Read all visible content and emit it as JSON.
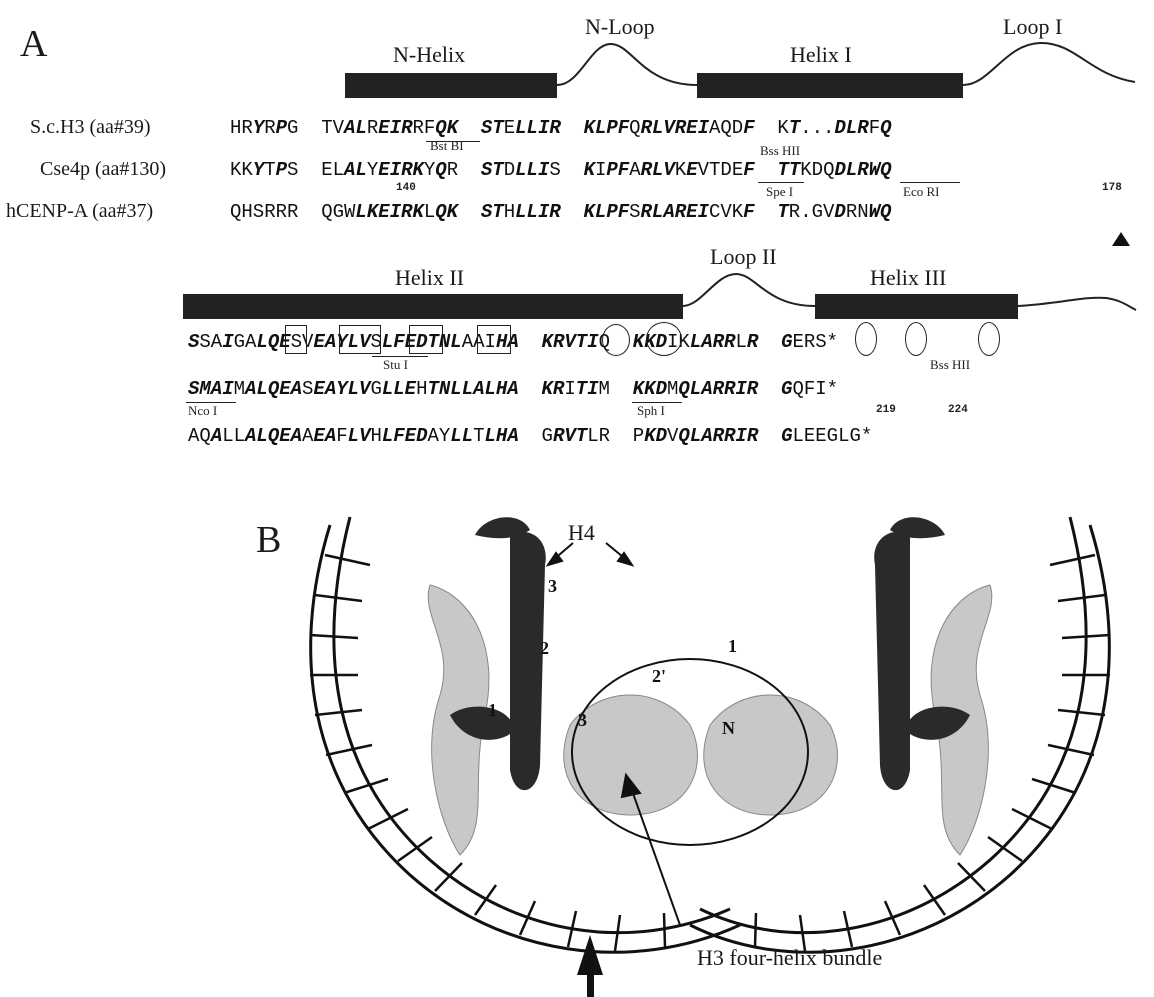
{
  "panel_a": {
    "label": "A",
    "structure_top": {
      "n_helix": "N-Helix",
      "n_loop": "N-Loop",
      "helix_i": "Helix I",
      "loop_i": "Loop I"
    },
    "rows": {
      "r1": "S.c.H3 (aa#39)",
      "r2": "Cse4p (aa#130)",
      "r3": "hCENP-A (aa#37)"
    },
    "structure_bottom": {
      "helix_ii": "Helix II",
      "loop_ii": "Loop II",
      "helix_iii": "Helix III"
    },
    "restriction_sites": {
      "bst_bi": "Bst BI",
      "bss_hii_1": "Bss HII",
      "spe_i": "Spe I",
      "eco_ri": "Eco RI",
      "stu_i": "Stu I",
      "bss_hii_2": "Bss HII",
      "nco_i": "Nco I",
      "sph_i": "Sph I"
    },
    "numbers": {
      "n140": "140",
      "n178": "178",
      "n219": "219",
      "n224": "224"
    },
    "sequences": {
      "top": [
        [
          {
            "t": "HR"
          },
          {
            "t": "Y",
            "b": true
          },
          {
            "t": "R"
          },
          {
            "t": "P",
            "b": true
          },
          {
            "t": "G  TV"
          },
          {
            "t": "AL",
            "b": true
          },
          {
            "t": "R"
          },
          {
            "t": "EIR",
            "b": true
          },
          {
            "t": "RF"
          },
          {
            "t": "QK",
            "b": true
          },
          {
            "t": "  "
          },
          {
            "t": "ST",
            "b": true
          },
          {
            "t": "E"
          },
          {
            "t": "LLIR",
            "b": true
          },
          {
            "t": "  "
          },
          {
            "t": "KLPF",
            "b": true
          },
          {
            "t": "Q"
          },
          {
            "t": "RLVREI",
            "b": true
          },
          {
            "t": "AQD"
          },
          {
            "t": "F",
            "b": true
          },
          {
            "t": "  K"
          },
          {
            "t": "T",
            "b": true
          },
          {
            "t": "..."
          },
          {
            "t": "DLR",
            "b": true
          },
          {
            "t": "F"
          },
          {
            "t": "Q",
            "b": true
          }
        ],
        [
          {
            "t": "KK"
          },
          {
            "t": "Y",
            "b": true
          },
          {
            "t": "T"
          },
          {
            "t": "P",
            "b": true
          },
          {
            "t": "S  EL"
          },
          {
            "t": "AL",
            "b": true
          },
          {
            "t": "Y"
          },
          {
            "t": "EIRK",
            "b": true
          },
          {
            "t": "Y"
          },
          {
            "t": "Q",
            "b": true
          },
          {
            "t": "R"
          },
          {
            "t": "  "
          },
          {
            "t": "ST",
            "b": true
          },
          {
            "t": "D"
          },
          {
            "t": "LLI",
            "b": true
          },
          {
            "t": "S  "
          },
          {
            "t": "K",
            "b": true
          },
          {
            "t": "I"
          },
          {
            "t": "PF",
            "b": true
          },
          {
            "t": "A"
          },
          {
            "t": "RLV",
            "b": true
          },
          {
            "t": "K"
          },
          {
            "t": "E",
            "b": true
          },
          {
            "t": "VTDE"
          },
          {
            "t": "F",
            "b": true
          },
          {
            "t": "  "
          },
          {
            "t": "TT",
            "b": true
          },
          {
            "t": "KDQ"
          },
          {
            "t": "DLRWQ",
            "b": true
          }
        ],
        [
          {
            "t": "QHSRRR  QGW"
          },
          {
            "t": "LK",
            "b": true
          },
          {
            "t": "EIRK",
            "b": true
          },
          {
            "t": "L"
          },
          {
            "t": "QK",
            "b": true
          },
          {
            "t": "  "
          },
          {
            "t": "ST",
            "b": true
          },
          {
            "t": "H"
          },
          {
            "t": "LLIR",
            "b": true
          },
          {
            "t": "  "
          },
          {
            "t": "KLPF",
            "b": true
          },
          {
            "t": "S"
          },
          {
            "t": "RLAREI",
            "b": true
          },
          {
            "t": "CVK"
          },
          {
            "t": "F",
            "b": true
          },
          {
            "t": "  "
          },
          {
            "t": "T",
            "b": true
          },
          {
            "t": "R.GV"
          },
          {
            "t": "D",
            "b": true
          },
          {
            "t": "RN"
          },
          {
            "t": "WQ",
            "b": true
          }
        ]
      ],
      "bottom": [
        [
          {
            "t": "S",
            "b": true
          },
          {
            "t": "SA"
          },
          {
            "t": "I",
            "b": true
          },
          {
            "t": "GA"
          },
          {
            "t": "LQE",
            "b": true
          },
          {
            "t": "SV"
          },
          {
            "t": "EAYLV",
            "b": true
          },
          {
            "t": "S"
          },
          {
            "t": "LFEDTNL",
            "b": true
          },
          {
            "t": "AAI"
          },
          {
            "t": "HA",
            "b": true
          },
          {
            "t": "  "
          },
          {
            "t": "KRVTI",
            "b": true
          },
          {
            "t": "Q  "
          },
          {
            "t": "KKD",
            "b": true
          },
          {
            "t": "IK"
          },
          {
            "t": "LARR",
            "b": true
          },
          {
            "t": "L"
          },
          {
            "t": "R",
            "b": true
          },
          {
            "t": "  "
          },
          {
            "t": "G",
            "b": true
          },
          {
            "t": "ERS*"
          }
        ],
        [
          {
            "t": "SMAI",
            "b": true
          },
          {
            "t": "M"
          },
          {
            "t": "ALQEA",
            "b": true
          },
          {
            "t": "S"
          },
          {
            "t": "EAYLV",
            "b": true
          },
          {
            "t": "G"
          },
          {
            "t": "LLE",
            "b": true
          },
          {
            "t": "H"
          },
          {
            "t": "TNLLALHA",
            "b": true
          },
          {
            "t": "  "
          },
          {
            "t": "KR",
            "b": true
          },
          {
            "t": "I"
          },
          {
            "t": "TI",
            "b": true
          },
          {
            "t": "M  "
          },
          {
            "t": "KKD",
            "b": true
          },
          {
            "t": "M"
          },
          {
            "t": "QLARRIR",
            "b": true
          },
          {
            "t": "  "
          },
          {
            "t": "G",
            "b": true
          },
          {
            "t": "QFI*"
          }
        ],
        [
          {
            "t": "AQ"
          },
          {
            "t": "A",
            "b": true
          },
          {
            "t": "LL"
          },
          {
            "t": "ALQEA",
            "b": true
          },
          {
            "t": "A"
          },
          {
            "t": "EA",
            "b": true
          },
          {
            "t": "F"
          },
          {
            "t": "LV",
            "b": true
          },
          {
            "t": "H"
          },
          {
            "t": "LFED",
            "b": true
          },
          {
            "t": "AY"
          },
          {
            "t": "LL",
            "b": true
          },
          {
            "t": "T"
          },
          {
            "t": "LHA",
            "b": true
          },
          {
            "t": "  G"
          },
          {
            "t": "RVT",
            "b": true
          },
          {
            "t": "LR  P"
          },
          {
            "t": "KD",
            "b": true
          },
          {
            "t": "V"
          },
          {
            "t": "QLARRIR",
            "b": true
          },
          {
            "t": "  "
          },
          {
            "t": "G",
            "b": true
          },
          {
            "t": "LEEGLG*"
          }
        ]
      ]
    }
  },
  "panel_b": {
    "label": "B",
    "h4": "H4",
    "bundle_label": "H3 four-helix bundle",
    "helix_numbers": {
      "l1": "1",
      "l2": "2",
      "l3": "3",
      "r1": "1",
      "r2": "2'",
      "c3": "3",
      "n": "N"
    }
  },
  "colors": {
    "ink": "#1a1a1a",
    "helix_dark": "#2a2a2a",
    "helix_light": "#c8c8c8",
    "dna": "#111111"
  }
}
